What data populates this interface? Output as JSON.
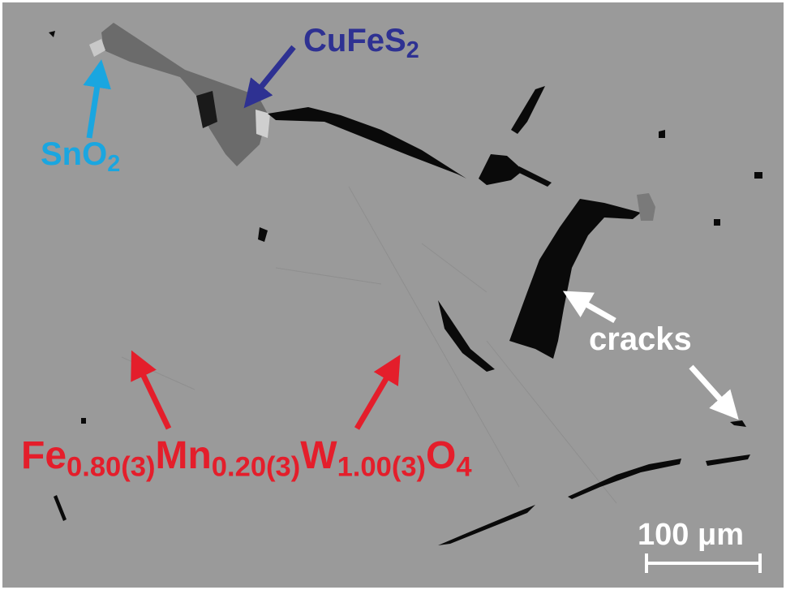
{
  "colors": {
    "background": "#9a9a9a",
    "wolframite_label": "#e41e2b",
    "cufes2_label": "#2e3192",
    "sno2_label": "#1aa6e0",
    "cracks_label": "#ffffff",
    "crack_fill": "#0a0a0a"
  },
  "labels": {
    "cufes2": {
      "base": "CuFeS",
      "sub": "2"
    },
    "sno2": {
      "base": "SnO",
      "sub": "2"
    },
    "cracks": "cracks",
    "formula": {
      "el1": "Fe",
      "sub1": "0.80(3)",
      "el2": "Mn",
      "sub2": "0.20(3)",
      "el3": "W",
      "sub3": "1.00(3)",
      "el4": "O",
      "sub4": "4"
    }
  },
  "scale_bar": {
    "label": "100 μm"
  }
}
